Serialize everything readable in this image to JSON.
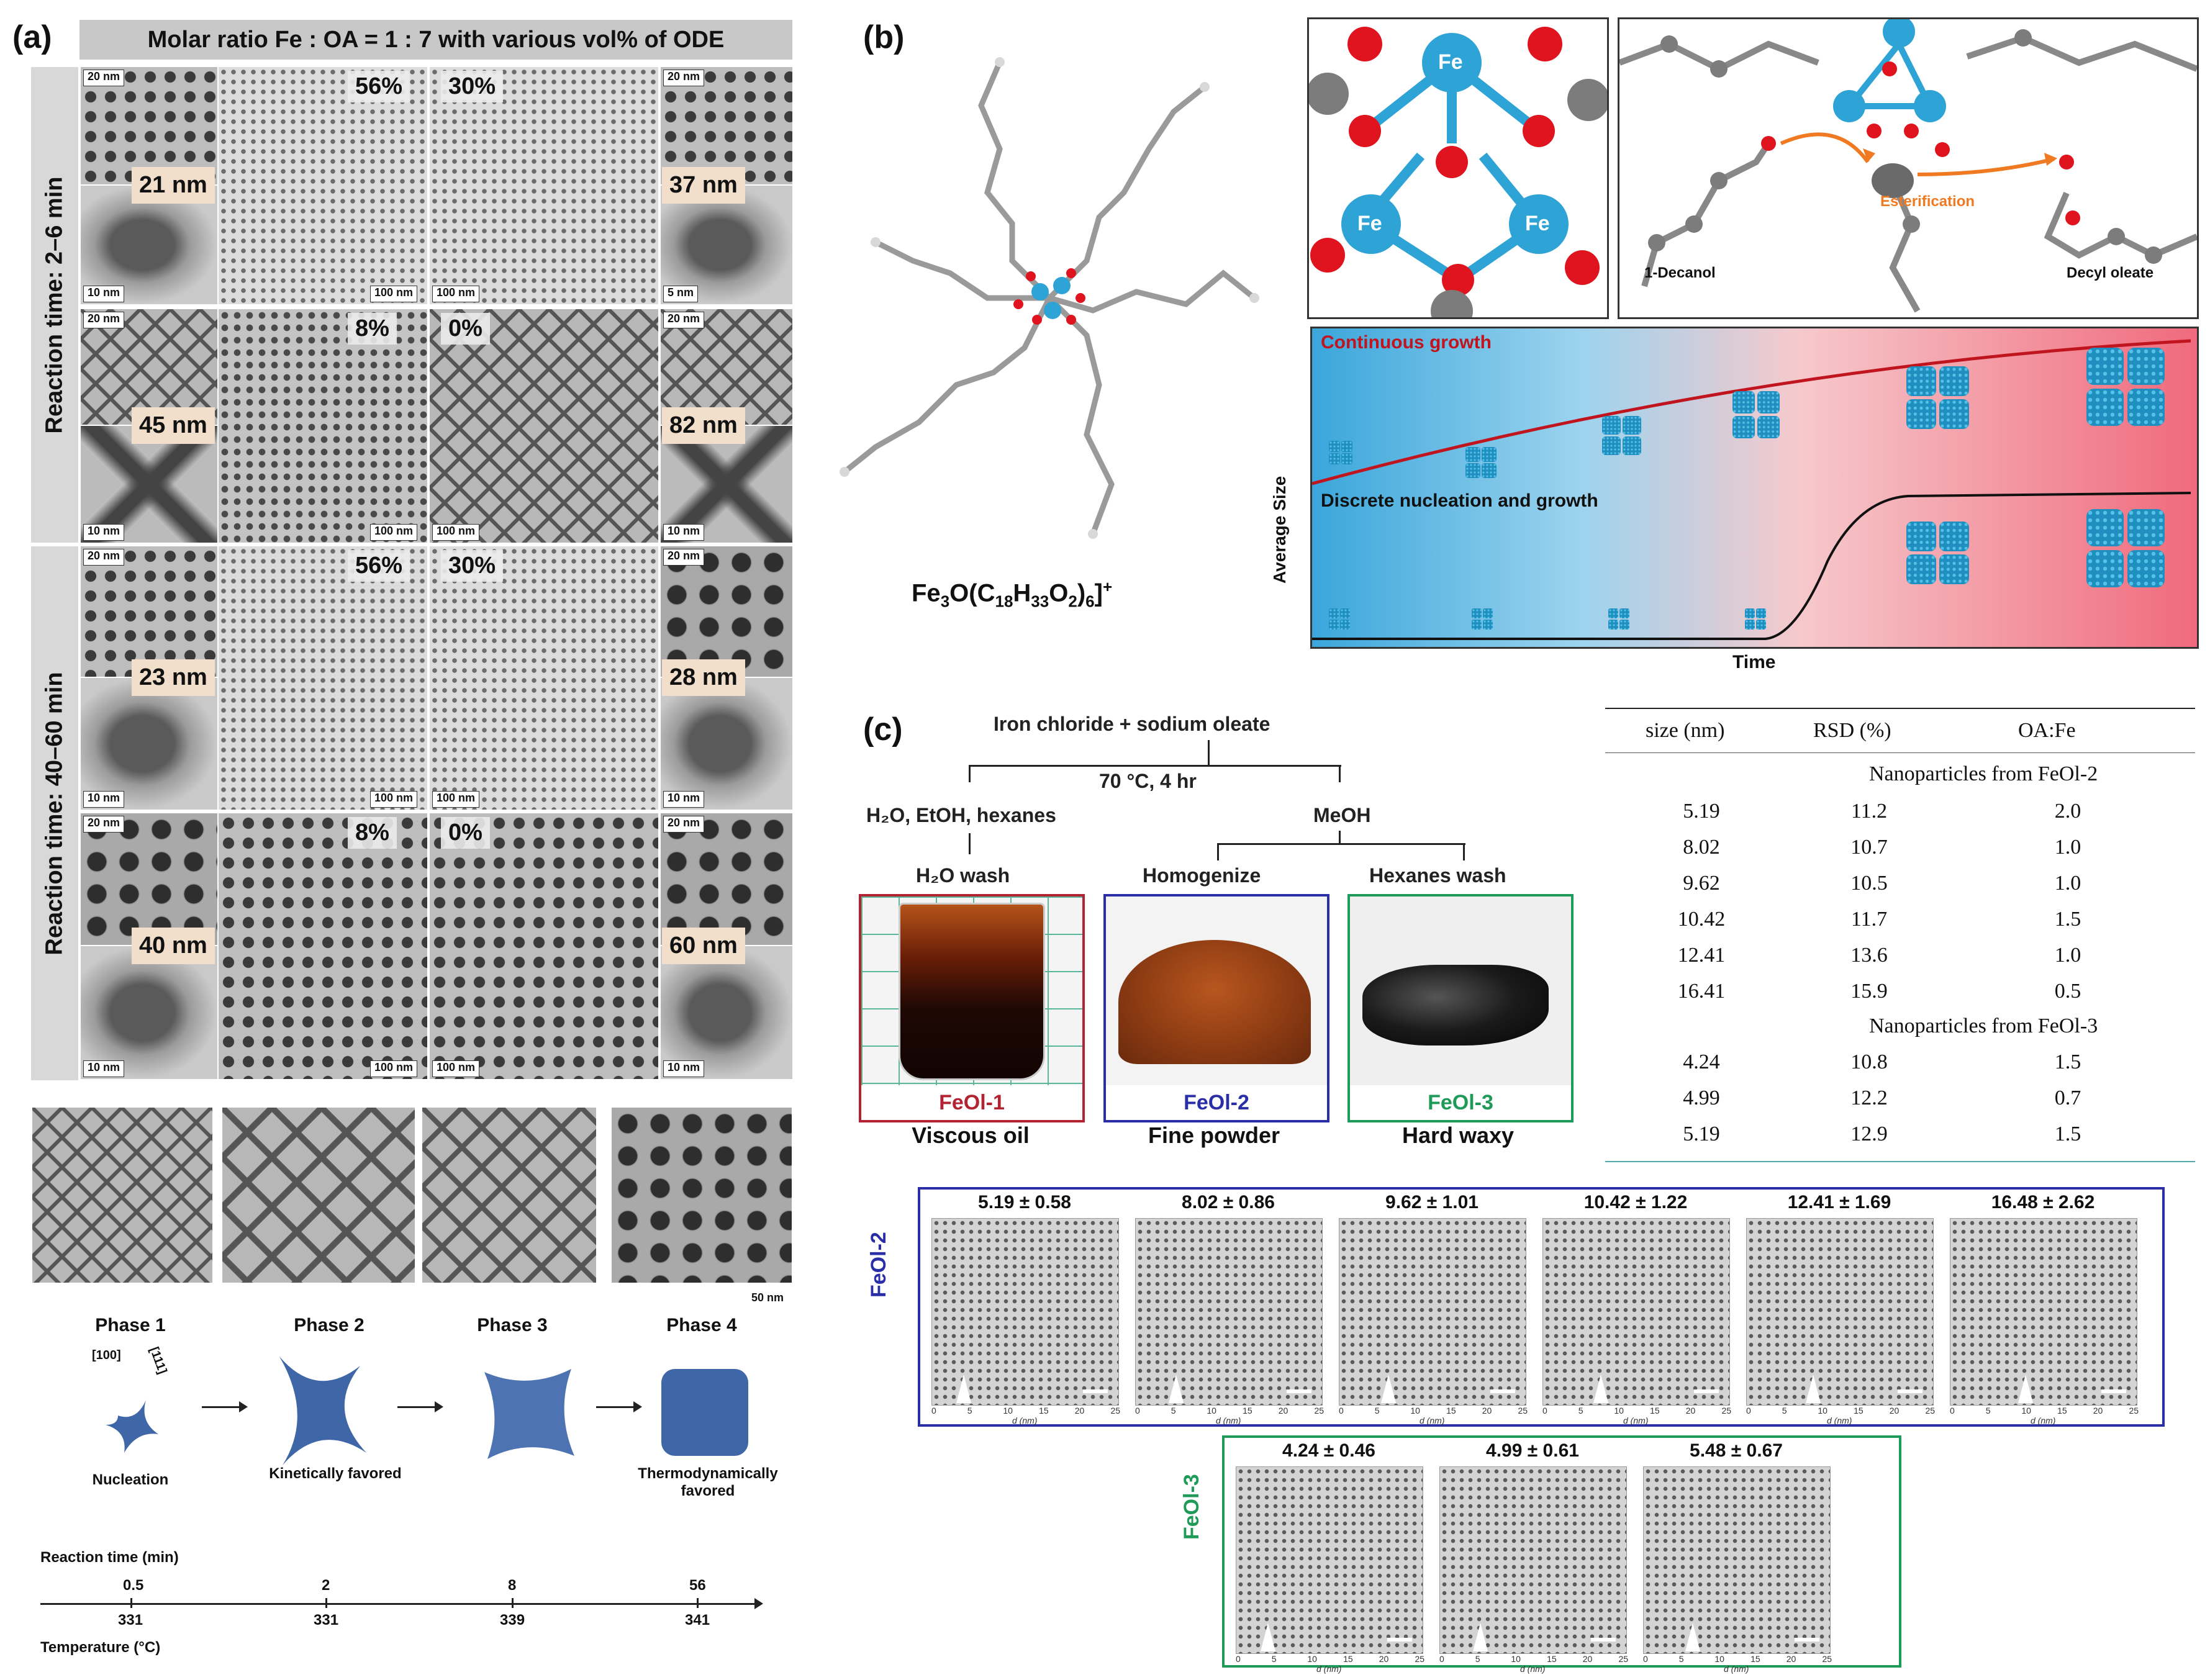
{
  "panel_a": {
    "letter": "(a)",
    "header": "Molar ratio Fe : OA = 1 : 7 with various vol% of ODE",
    "side_label_top": "Reaction time: 2–6 min",
    "side_label_bottom": "Reaction time: 40–60 min",
    "rows": [
      {
        "pct_left": "56%",
        "pct_right": "30%",
        "size_left": "21 nm",
        "size_right": "37 nm"
      },
      {
        "pct_left": "8%",
        "pct_right": "0%",
        "size_left": "45 nm",
        "size_right": "82 nm"
      },
      {
        "pct_left": "56%",
        "pct_right": "30%",
        "size_left": "23 nm",
        "size_right": "28 nm"
      },
      {
        "pct_left": "8%",
        "pct_right": "0%",
        "size_left": "40 nm",
        "size_right": "60 nm"
      }
    ],
    "scalebars": {
      "s20": "20 nm",
      "s10": "10 nm",
      "s100": "100 nm",
      "s5": "5 nm",
      "s50": "50 nm"
    },
    "phases": [
      {
        "title": "Phase 1",
        "note": "Nucleation"
      },
      {
        "title": "Phase 2",
        "note": "Kinetically favored"
      },
      {
        "title": "Phase 3",
        "note": ""
      },
      {
        "title": "Phase 4",
        "note": "Thermodynamically favored"
      }
    ],
    "direction_100": "[100]",
    "direction_111": "[111]",
    "timeline": {
      "time_label": "Reaction time (min)",
      "temp_label": "Temperature (°C)",
      "times": [
        "0.5",
        "2",
        "8",
        "56"
      ],
      "temps": [
        "331",
        "331",
        "339",
        "341"
      ]
    },
    "colors": {
      "shape_blue": "#3f67a8"
    }
  },
  "panel_b": {
    "letter": "(b)",
    "formula_base": "Fe",
    "formula_parts": [
      "3",
      "O(C",
      "18",
      "H",
      "33",
      "O",
      "2",
      ")",
      "6",
      "]",
      "+"
    ],
    "fe_labels": [
      "Fe",
      "Fe",
      "Fe"
    ],
    "decanol": "1-Decanol",
    "esterification": "Esterification",
    "decyl_oleate": "Decyl oleate",
    "growth_top": "Continuous growth",
    "growth_bottom": "Discrete nucleation and growth",
    "y_axis": "Average Size",
    "x_axis": "Time",
    "colors": {
      "fe": "#2ea3d6",
      "o": "#e0141e",
      "c": "#7c7c7c",
      "curve_top": "#c0141e",
      "arrow": "#f07a22"
    }
  },
  "panel_c": {
    "letter": "(c)",
    "flow": {
      "start": "Iron chloride + sodium oleate",
      "cond": "70 °C, 4 hr",
      "left": "H₂O, EtOH, hexanes",
      "right": "MeOH",
      "wash_left": "H₂O wash",
      "mid": "Homogenize",
      "wash_right": "Hexanes wash"
    },
    "products": [
      {
        "name": "FeOl-1",
        "desc": "Viscous oil",
        "color": "#b32331"
      },
      {
        "name": "FeOl-2",
        "desc": "Fine powder",
        "color": "#2a2fa8"
      },
      {
        "name": "FeOl-3",
        "desc": "Hard waxy",
        "color": "#1f9a58"
      }
    ],
    "table": {
      "headers": [
        "size (nm)",
        "RSD (%)",
        "OA:Fe"
      ],
      "group1": "Nanoparticles from FeOl-2",
      "rows1": [
        [
          "5.19",
          "11.2",
          "2.0"
        ],
        [
          "8.02",
          "10.7",
          "1.0"
        ],
        [
          "9.62",
          "10.5",
          "1.0"
        ],
        [
          "10.42",
          "11.7",
          "1.5"
        ],
        [
          "12.41",
          "13.6",
          "1.0"
        ],
        [
          "16.41",
          "15.9",
          "0.5"
        ]
      ],
      "group2": "Nanoparticles from FeOl-3",
      "rows2": [
        [
          "4.24",
          "10.8",
          "1.5"
        ],
        [
          "4.99",
          "12.2",
          "0.7"
        ],
        [
          "5.19",
          "12.9",
          "1.5"
        ]
      ]
    },
    "np_feol2_label": "FeOl-2",
    "np_feol3_label": "FeOl-3",
    "np_feol2": [
      "5.19 ± 0.58",
      "8.02 ± 0.86",
      "9.62 ± 1.01",
      "10.42 ± 1.22",
      "12.41 ± 1.69",
      "16.48 ± 2.62"
    ],
    "np_feol3": [
      "4.24 ± 0.46",
      "4.99 ± 0.61",
      "5.48 ± 0.67"
    ],
    "np_ticks": [
      "0",
      "5",
      "10",
      "15",
      "20",
      "25"
    ],
    "np_axis": "d (nm)"
  }
}
